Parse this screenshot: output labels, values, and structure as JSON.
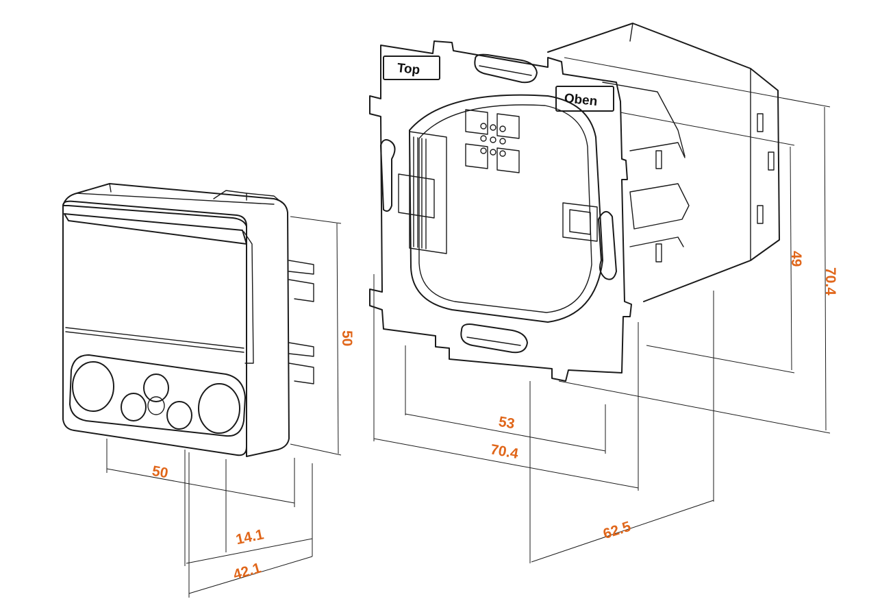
{
  "colors": {
    "dimension": "#e0661a",
    "line": "#1a1a1a"
  },
  "labels": {
    "top": "Top",
    "oben": "Oben"
  },
  "dimensions": {
    "front_width": "50",
    "front_height": "50",
    "insert_depth": "14.1",
    "total_depth_front": "42.1",
    "frame_inner": "53",
    "frame_width": "70.4",
    "frame_height": "70.4",
    "box_height": "49",
    "box_depth": "62.5"
  }
}
